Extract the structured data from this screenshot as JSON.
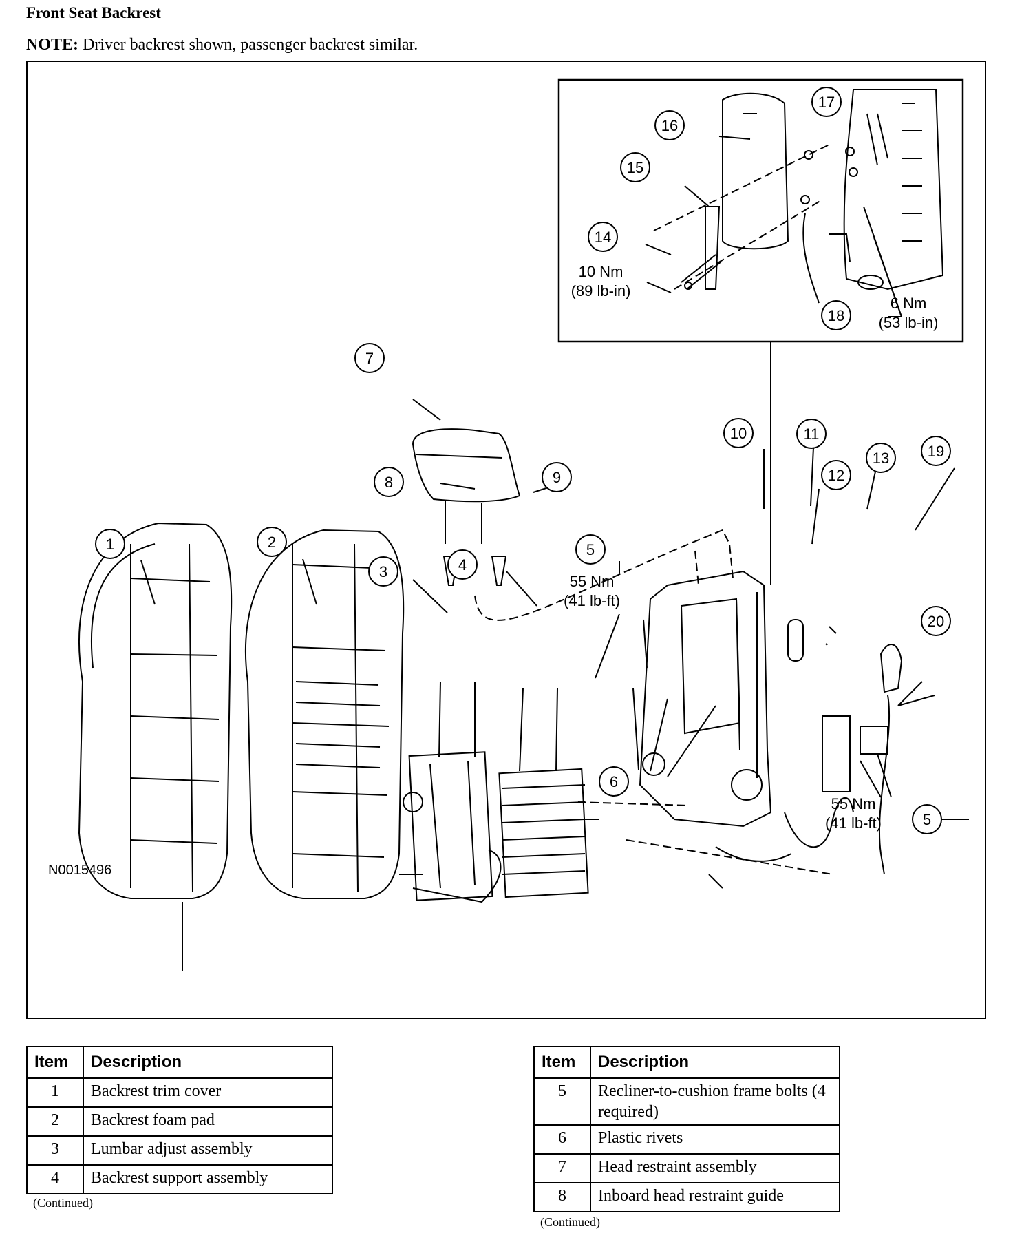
{
  "header": {
    "title": "Front Seat Backrest",
    "note_label": "NOTE:",
    "note_text": " Driver backrest shown, passenger backrest similar."
  },
  "figure": {
    "figure_id": "N0015496",
    "callouts": [
      "1",
      "2",
      "3",
      "4",
      "5",
      "5",
      "5",
      "6",
      "7",
      "8",
      "9",
      "10",
      "11",
      "12",
      "13",
      "14",
      "15",
      "16",
      "17",
      "18",
      "19",
      "20"
    ],
    "torque": {
      "item5_top_nm": "55 Nm",
      "item5_top_lb": "(41 lb-ft)",
      "item5_bottom_nm": "55 Nm",
      "item5_bottom_lb": "(41 lb-ft)",
      "item14_nm": "10 Nm",
      "item14_lb": "(89 lb-in)",
      "item18_nm": "6 Nm",
      "item18_lb": "(53 lb-in)"
    }
  },
  "table_left": {
    "headers": [
      "Item",
      "Description"
    ],
    "rows": [
      {
        "item": "1",
        "desc": "Backrest trim cover"
      },
      {
        "item": "2",
        "desc": "Backrest foam pad"
      },
      {
        "item": "3",
        "desc": "Lumbar adjust assembly"
      },
      {
        "item": "4",
        "desc": "Backrest support assembly"
      }
    ],
    "continued": "(Continued)"
  },
  "table_right": {
    "headers": [
      "Item",
      "Description"
    ],
    "rows": [
      {
        "item": "5",
        "desc": "Recliner-to-cushion frame bolts (4 required)"
      },
      {
        "item": "6",
        "desc": "Plastic rivets"
      },
      {
        "item": "7",
        "desc": "Head restraint assembly"
      },
      {
        "item": "8",
        "desc": "Inboard head restraint guide"
      }
    ],
    "continued": "(Continued)"
  }
}
